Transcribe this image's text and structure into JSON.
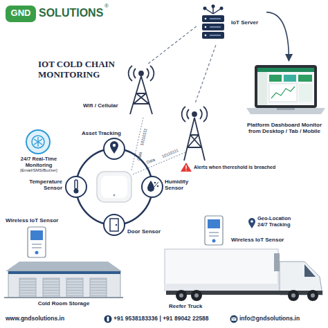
{
  "diagram": {
    "title": "IOT COLD CHAIN MONITORING",
    "nodes": [
      {
        "text": [
          "IoT Server"
        ]
      },
      {
        "text": [
          "Platform Dashboard Monitor from Desktop / Tab / Mobile"
        ]
      },
      {
        "text": [
          "Wifi / Cellular"
        ]
      },
      {
        "text": [
          "Alerts when thereshold is breached"
        ]
      },
      {
        "text": [
          "Asset Tracking"
        ]
      },
      {
        "text": [
          "24/7 Real-Time Monitoring",
          "[Email/SMS/Buzzer]"
        ]
      },
      {
        "text": [
          "Temperature Sensor"
        ]
      },
      {
        "text": [
          "Humidity Sensor"
        ]
      },
      {
        "text": [
          "Door Sensor"
        ]
      },
      {
        "text": [
          "Wireless IoT Sensor"
        ]
      },
      {
        "text": [
          "Cold Room Storage"
        ]
      },
      {
        "text": [
          "Wireless IoT Sensor"
        ]
      },
      {
        "text": [
          "Geo-Location 24/7 Tracking"
        ]
      },
      {
        "text": [
          "Reefer Truck"
        ]
      }
    ],
    "edges": [
      {
        "from": 2,
        "to": 0,
        "arrow": "none"
      },
      {
        "from": 3,
        "to": 0,
        "arrow": "none"
      },
      {
        "from": 0,
        "to": 1,
        "arrow": "to"
      }
    ],
    "labels": [
      "GND",
      "SOLUTIONS",
      "®",
      "Data",
      "10110111",
      "Data",
      "10110111",
      "www.gndsolutions.in",
      "+91 9538183336 | +91 89042 22588",
      "info@gndsolutions.in"
    ]
  }
}
